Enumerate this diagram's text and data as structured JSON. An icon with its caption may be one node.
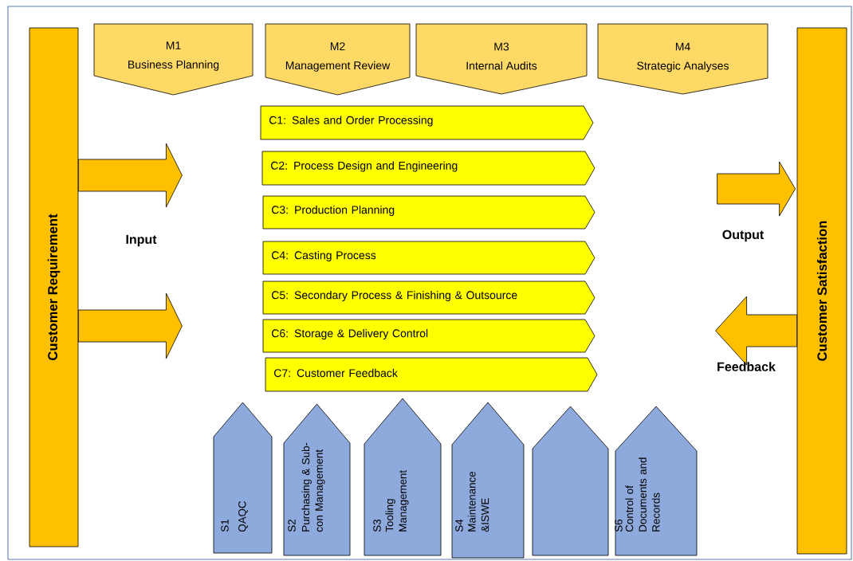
{
  "diagram": {
    "nodes": [
      {
        "text": [
          "Customer Requirement"
        ]
      },
      {
        "text": [
          "M1",
          "Business Planning"
        ]
      },
      {
        "text": [
          "M2",
          "Management Review"
        ]
      },
      {
        "text": [
          "M3",
          "Internal Audits"
        ]
      },
      {
        "text": [
          "M4",
          "Strategic Analyses"
        ]
      },
      {
        "text": [
          "C1: Sales and Order Processing"
        ]
      },
      {
        "text": [
          "C2: Process Design and Engineering"
        ]
      },
      {
        "text": [
          "C3: Production Planning"
        ]
      },
      {
        "text": [
          "C4: Casting Process"
        ]
      },
      {
        "text": [
          "C5: Secondary Process & Finishing & Outsource"
        ]
      },
      {
        "text": [
          "C6: Storage & Delivery Control"
        ]
      },
      {
        "text": [
          "C7: Customer Feedback"
        ]
      },
      {
        "text": [
          "S1",
          "QAQC"
        ]
      },
      {
        "text": [
          "S2",
          "Purchasing & Sub-con Management"
        ]
      },
      {
        "text": [
          "S3",
          "Tooling Management"
        ]
      },
      {
        "text": [
          "S4",
          "Maintenance &ISWE"
        ]
      },
      {
        "text": [],
        "shape": "pentagon"
      },
      {
        "text": [
          "S6",
          "Control of Documents and Records"
        ]
      },
      {
        "text": [
          "Customer Satisfaction"
        ]
      }
    ],
    "edges": [
      {
        "from": 0,
        "to": null,
        "arrow": "to"
      },
      {
        "from": 0,
        "to": null,
        "arrow": "to"
      },
      {
        "from": null,
        "to": 18,
        "arrow": "to"
      },
      {
        "from": 18,
        "to": null,
        "arrow": "to"
      }
    ],
    "labels": [
      "Input",
      "Output",
      "Feedback"
    ]
  }
}
